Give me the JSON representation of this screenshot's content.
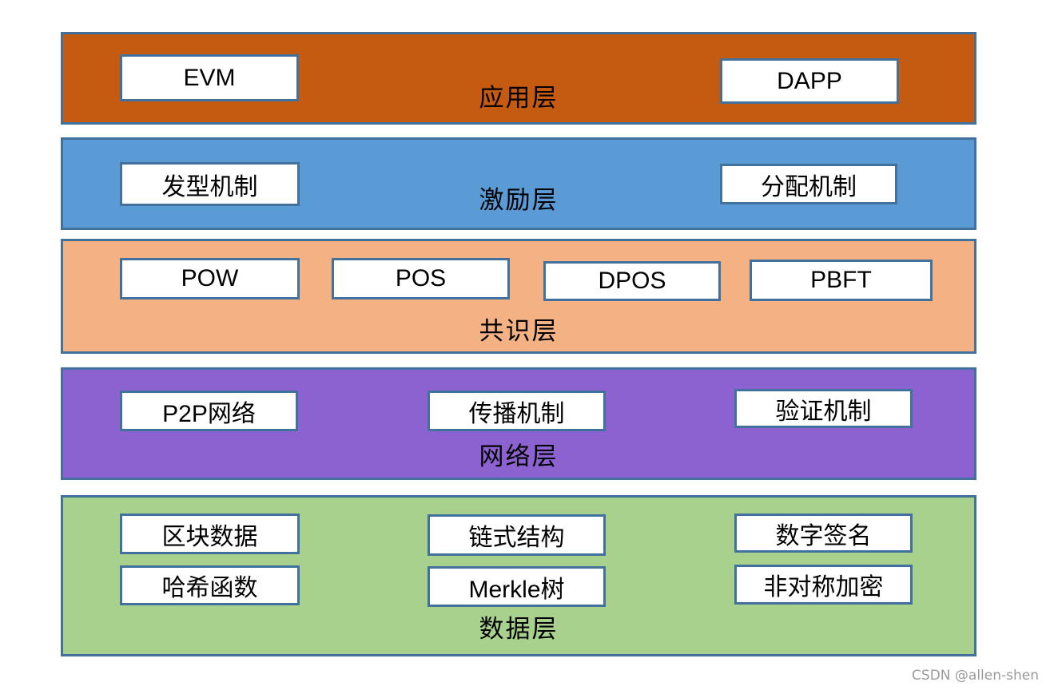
{
  "colors": {
    "page_background": "#FFFFFF",
    "border": "#41719C",
    "box_background": "#FFFFFF",
    "text": "#000000",
    "watermark_text": "#9B9B9B"
  },
  "layers": [
    {
      "name": "应用层",
      "color": "#C55A11",
      "boxes": [
        {
          "text": "EVM"
        },
        {
          "text": "DAPP"
        }
      ]
    },
    {
      "name": "激励层",
      "color": "#5B9BD5",
      "boxes": [
        {
          "text": "发型机制"
        },
        {
          "text": "分配机制"
        }
      ]
    },
    {
      "name": "共识层",
      "color": "#F4B183",
      "boxes": [
        {
          "text": "POW"
        },
        {
          "text": "POS"
        },
        {
          "text": "DPOS"
        },
        {
          "text": "PBFT"
        }
      ]
    },
    {
      "name": "网络层",
      "color": "#8B62D0",
      "boxes": [
        {
          "text": "P2P网络"
        },
        {
          "text": "传播机制"
        },
        {
          "text": "验证机制"
        }
      ]
    },
    {
      "name": "数据层",
      "color": "#A9D18E",
      "boxes": [
        {
          "text": "区块数据"
        },
        {
          "text": "链式结构"
        },
        {
          "text": "数字签名"
        },
        {
          "text": "哈希函数"
        },
        {
          "text": "Merkle树"
        },
        {
          "text": "非对称加密"
        }
      ]
    }
  ],
  "watermark": {
    "text": "CSDN @allen-shen"
  }
}
